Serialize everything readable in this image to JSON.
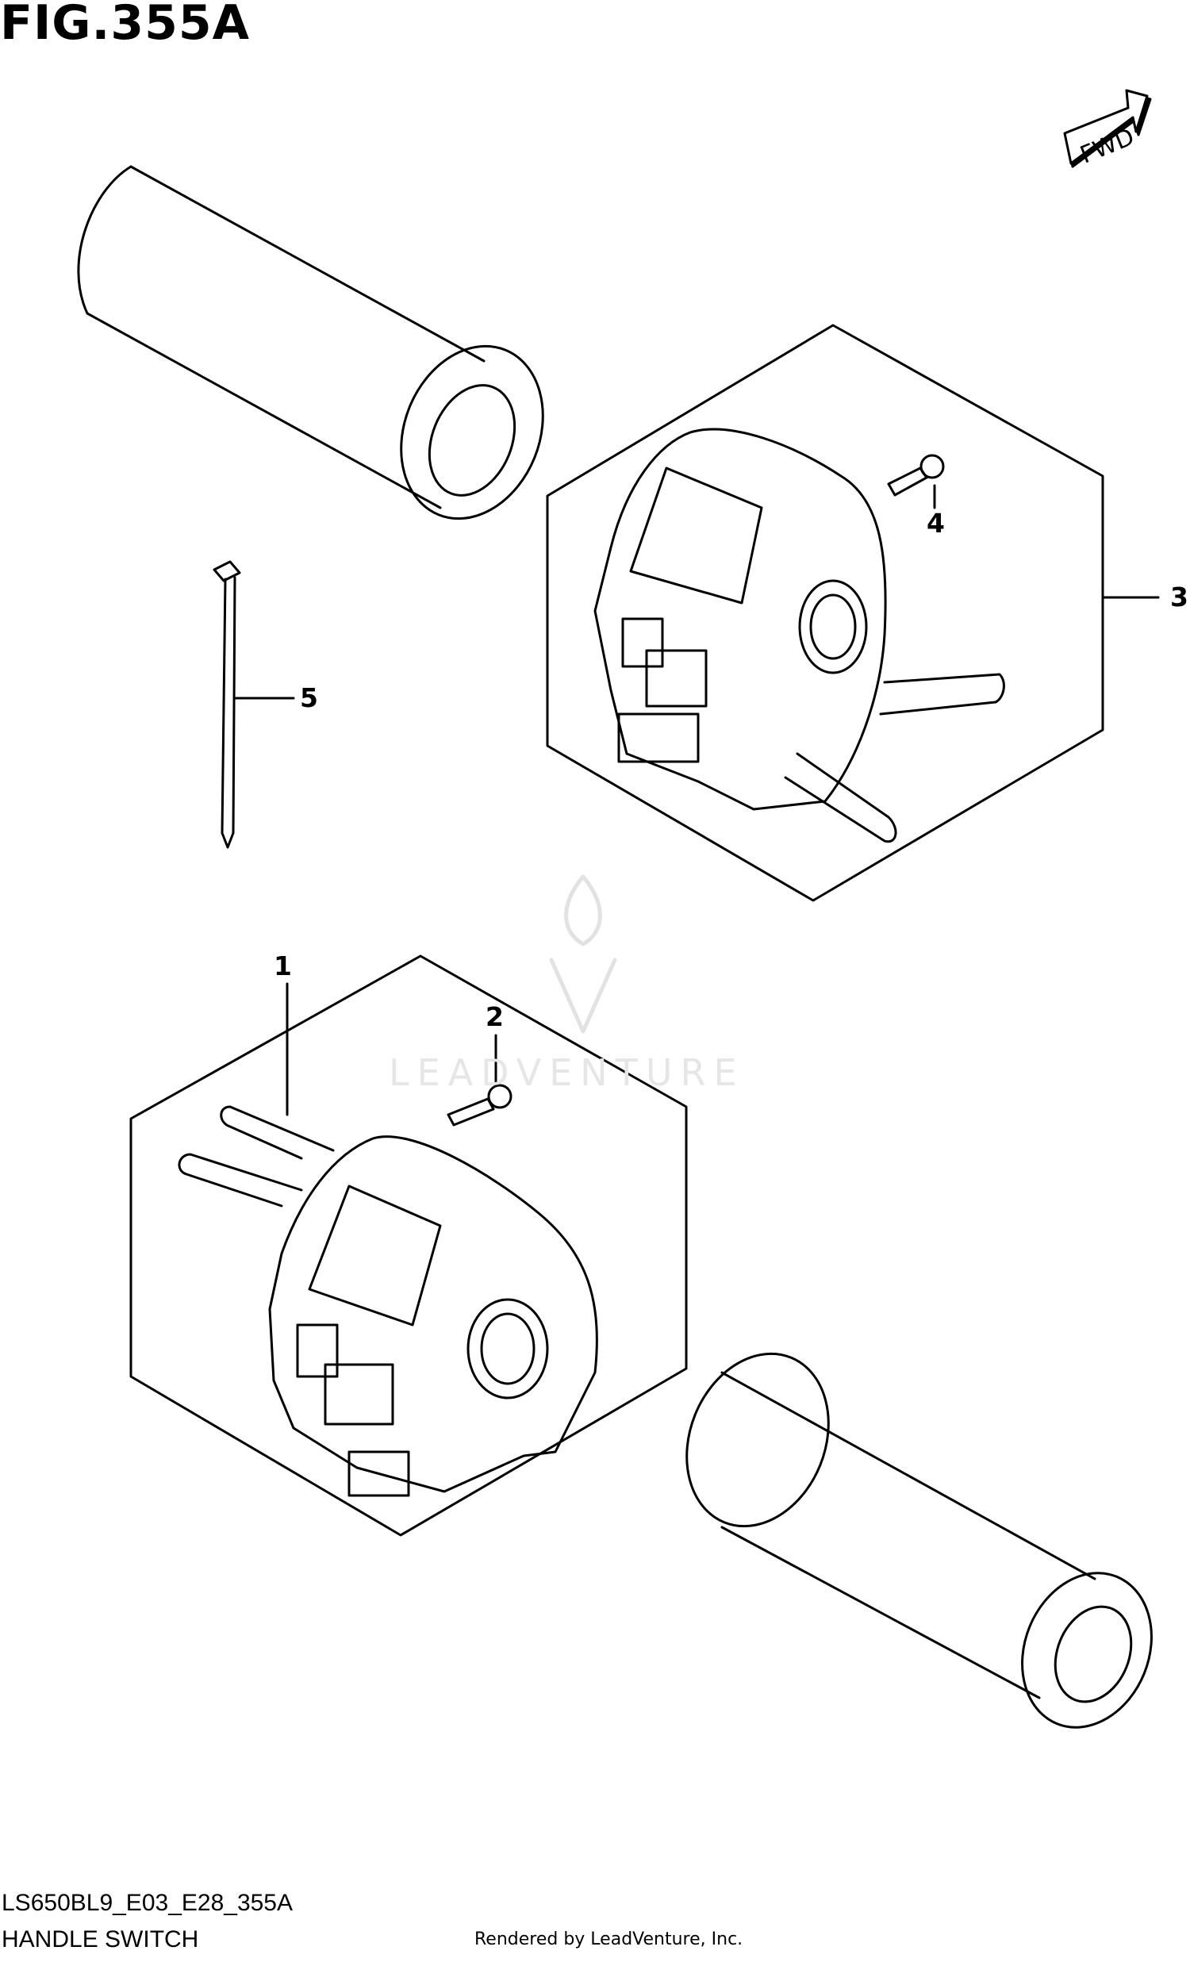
{
  "figure": {
    "title": "FIG.355A",
    "fwd_label": "FWD",
    "code": "LS650BL9_E03_E28_355A",
    "name": "HANDLE SWITCH",
    "rendered_by": "Rendered by LeadVenture, Inc.",
    "watermark": "LEADVENTURE"
  },
  "callouts": [
    {
      "id": "1",
      "label": "1"
    },
    {
      "id": "2",
      "label": "2"
    },
    {
      "id": "3",
      "label": "3"
    },
    {
      "id": "4",
      "label": "4"
    },
    {
      "id": "5",
      "label": "5"
    }
  ]
}
